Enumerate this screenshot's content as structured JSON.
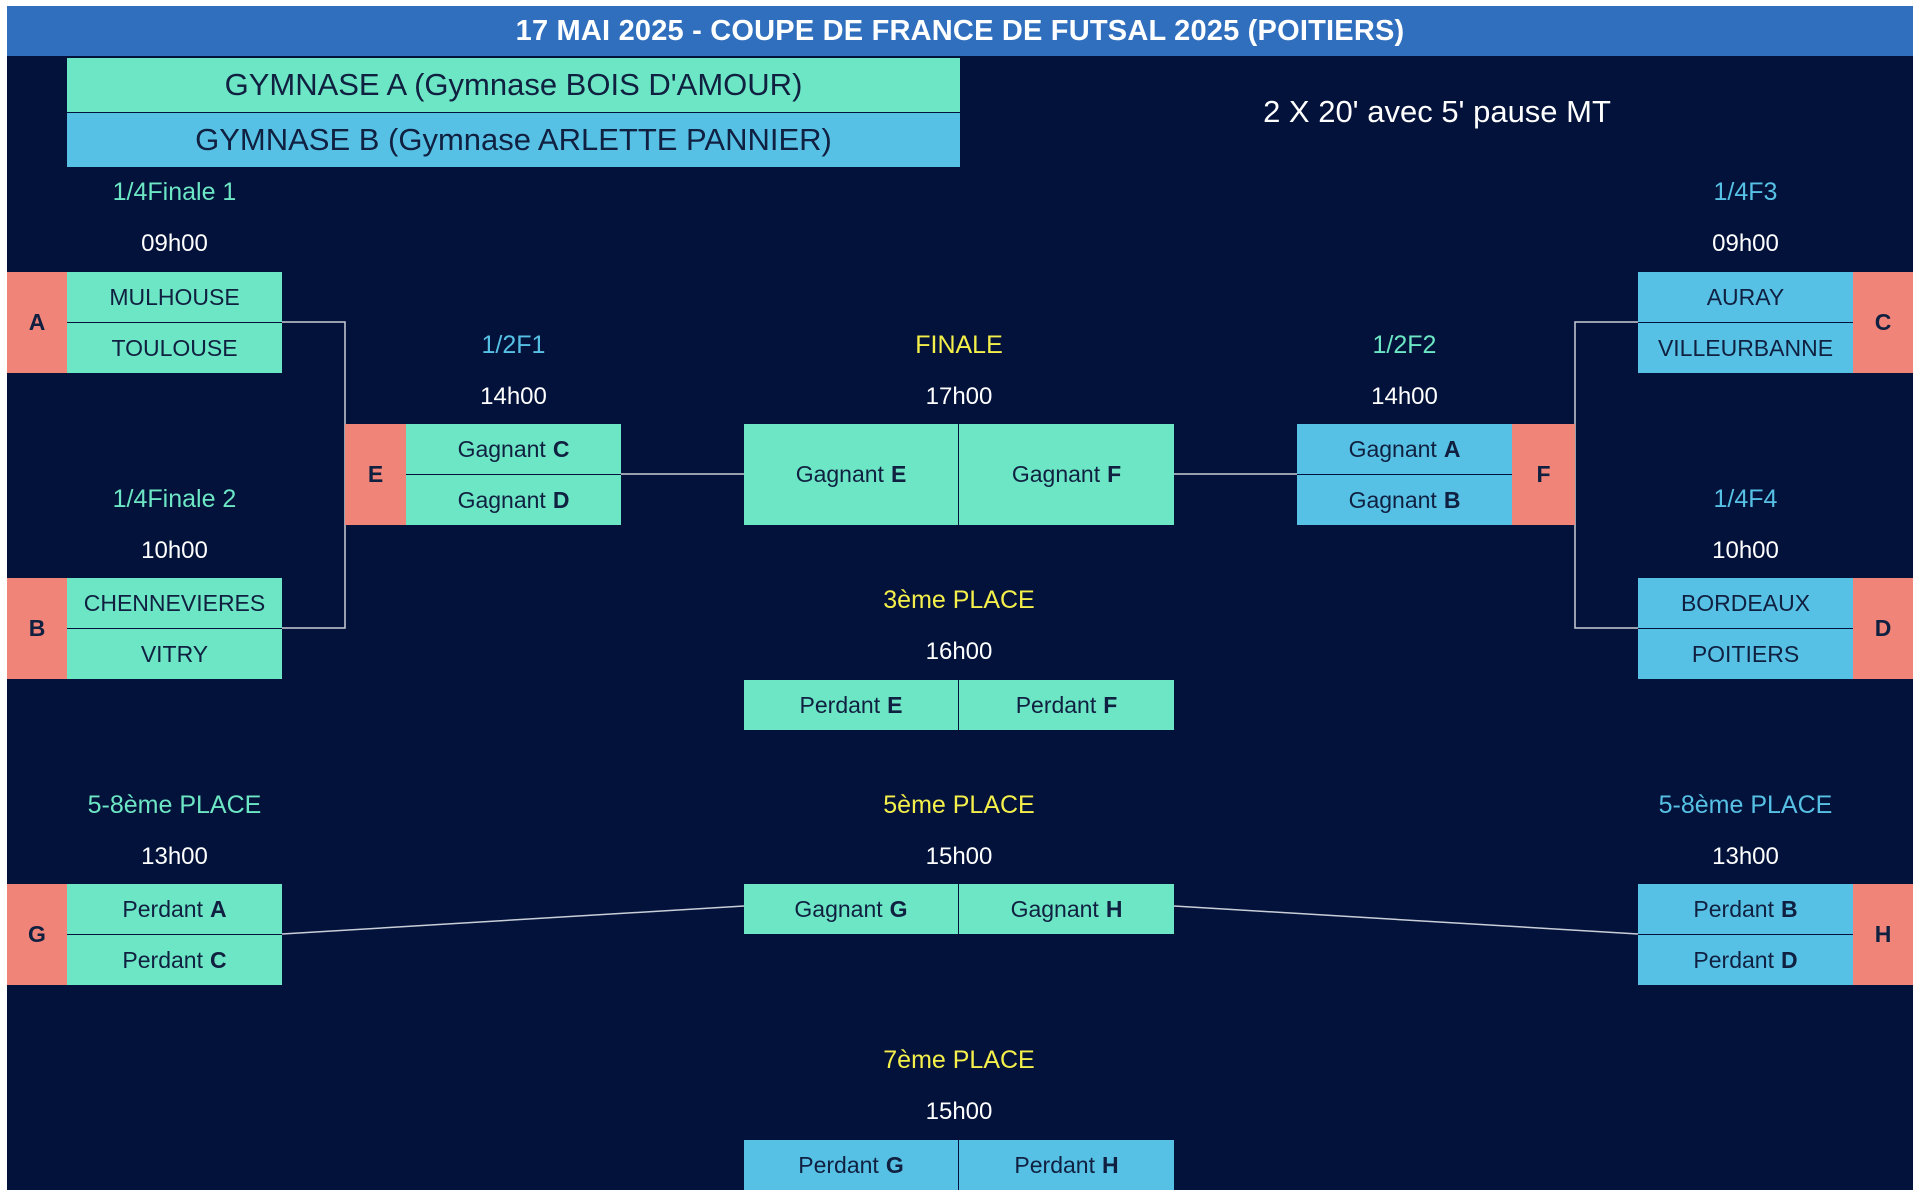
{
  "title": "17 MAI 2025 - COUPE DE FRANCE DE FUTSAL 2025 (POITIERS)",
  "venues": {
    "a": "GYMNASE A (Gymnase BOIS D'AMOUR)",
    "b": "GYMNASE B (Gymnase ARLETTE PANNIER)"
  },
  "format": "2 X 20' avec 5' pause MT",
  "colors": {
    "background": "#03123a",
    "title_bar": "#2f6fbe",
    "venue_a": "#6ce6c4",
    "venue_b": "#57c1e5",
    "letter": "#f08479",
    "line": "#c9cfd8",
    "label_a": "#6ce6c4",
    "label_b": "#57c1e5",
    "label_final": "#f4ef4a"
  },
  "matches": {
    "qf1": {
      "label": "1/4Finale 1",
      "time": "09h00",
      "letter": "A",
      "team1": "MULHOUSE",
      "team2": "TOULOUSE"
    },
    "qf2": {
      "label": "1/4Finale 2",
      "time": "10h00",
      "letter": "B",
      "team1": "CHENNEVIERES",
      "team2": "VITRY"
    },
    "qf3": {
      "label": "1/4F3",
      "time": "09h00",
      "letter": "C",
      "team1": "AURAY",
      "team2": "VILLEURBANNE"
    },
    "qf4": {
      "label": "1/4F4",
      "time": "10h00",
      "letter": "D",
      "team1": "BORDEAUX",
      "team2": "POITIERS"
    },
    "sf1": {
      "label": "1/2F1",
      "time": "14h00",
      "letter": "E",
      "team1_prefix": "Gagnant",
      "team1_ref": "C",
      "team2_prefix": "Gagnant",
      "team2_ref": "D"
    },
    "sf2": {
      "label": "1/2F2",
      "time": "14h00",
      "letter": "F",
      "team1_prefix": "Gagnant",
      "team1_ref": "A",
      "team2_prefix": "Gagnant",
      "team2_ref": "B"
    },
    "final": {
      "label": "FINALE",
      "time": "17h00",
      "team1_prefix": "Gagnant",
      "team1_ref": "E",
      "team2_prefix": "Gagnant",
      "team2_ref": "F"
    },
    "third": {
      "label": "3ème PLACE",
      "time": "16h00",
      "team1_prefix": "Perdant",
      "team1_ref": "E",
      "team2_prefix": "Perdant",
      "team2_ref": "F"
    },
    "p58a": {
      "label": "5-8ème PLACE",
      "time": "13h00",
      "letter": "G",
      "team1_prefix": "Perdant",
      "team1_ref": "A",
      "team2_prefix": "Perdant",
      "team2_ref": "C"
    },
    "p58b": {
      "label": "5-8ème PLACE",
      "time": "13h00",
      "letter": "H",
      "team1_prefix": "Perdant",
      "team1_ref": "B",
      "team2_prefix": "Perdant",
      "team2_ref": "D"
    },
    "fifth": {
      "label": "5ème PLACE",
      "time": "15h00",
      "team1_prefix": "Gagnant",
      "team1_ref": "G",
      "team2_prefix": "Gagnant",
      "team2_ref": "H"
    },
    "seventh": {
      "label": "7ème PLACE",
      "time": "15h00",
      "team1_prefix": "Perdant",
      "team1_ref": "G",
      "team2_prefix": "Perdant",
      "team2_ref": "H"
    }
  }
}
